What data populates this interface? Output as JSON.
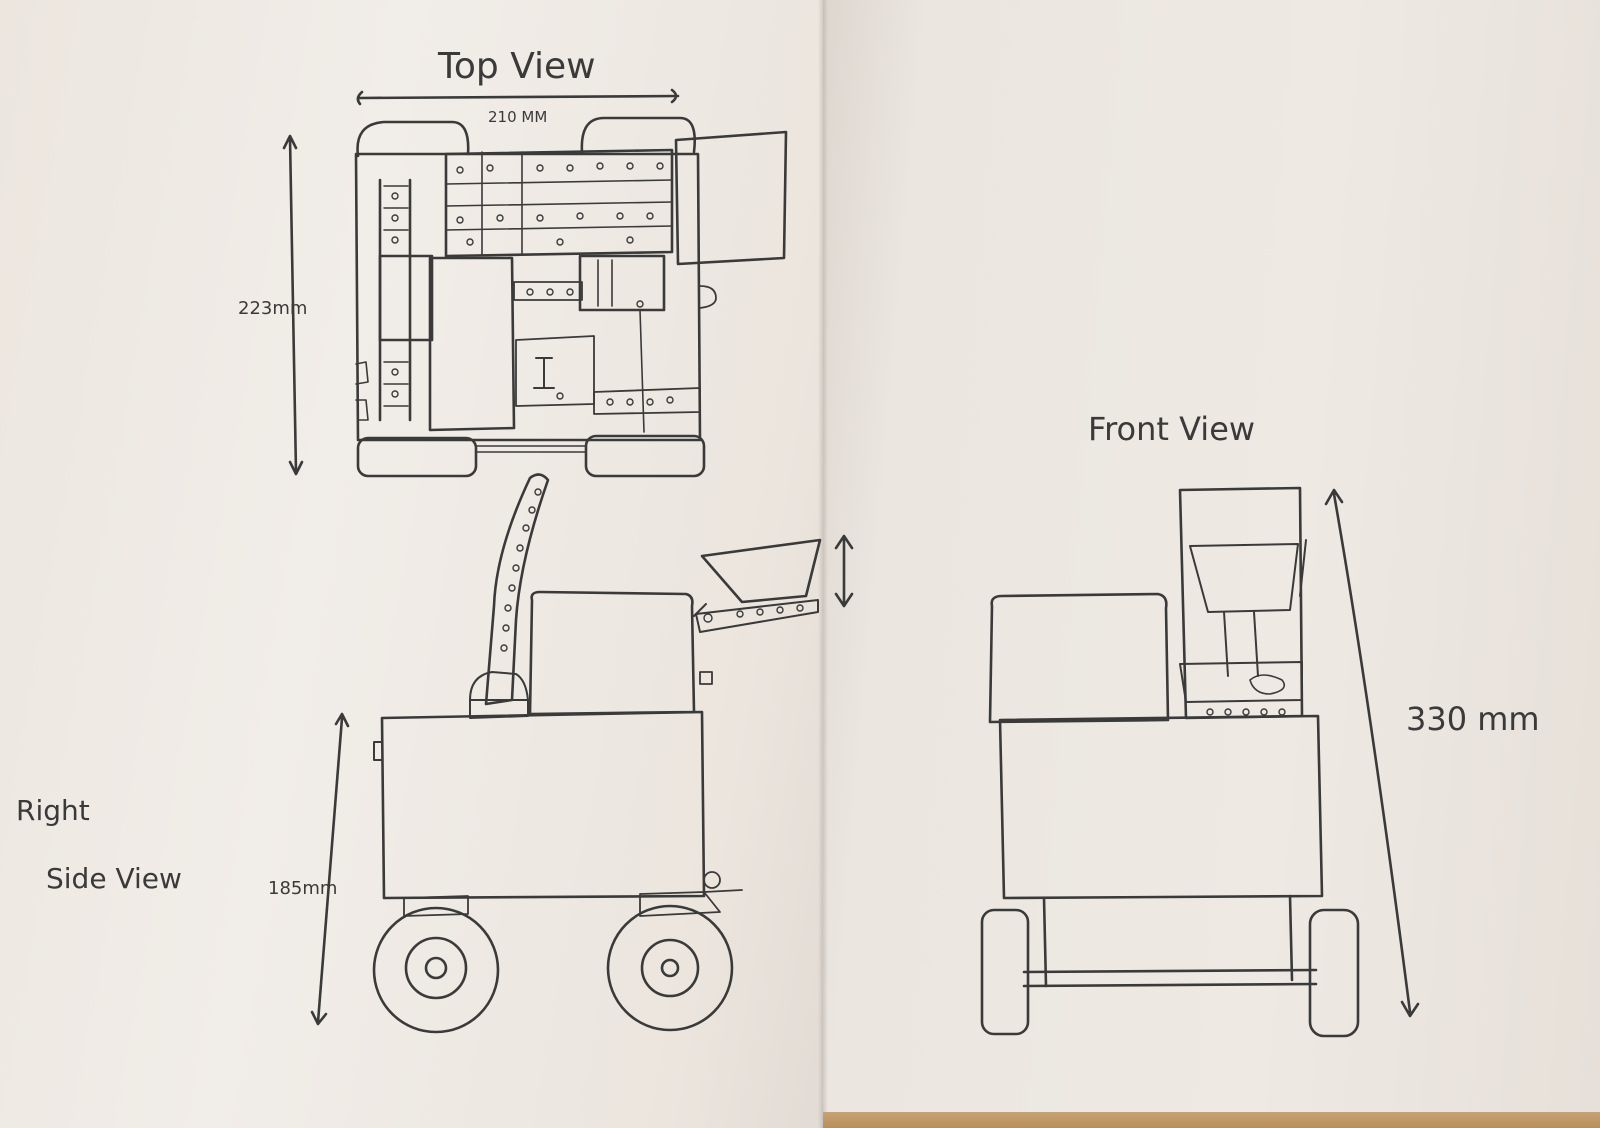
{
  "top_view": {
    "title": "Top View",
    "width_label": "210 MM",
    "depth_label": "223mm"
  },
  "side_view": {
    "title_line1": "Right",
    "title_line2": "Side View",
    "height_label": "185mm"
  },
  "front_view": {
    "title": "Front View",
    "height_label": "330 mm"
  },
  "colors": {
    "pencil": "#3a3a3a",
    "paper": "#efeae4",
    "table": "#c39c6a"
  }
}
